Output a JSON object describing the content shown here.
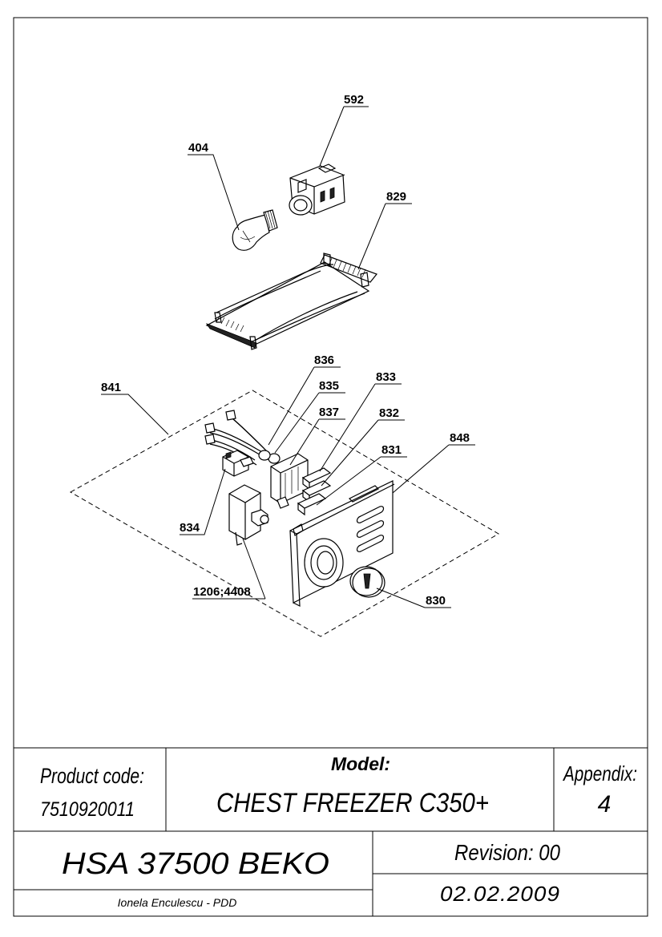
{
  "callouts": [
    {
      "id": "592",
      "label": "592"
    },
    {
      "id": "404",
      "label": "404"
    },
    {
      "id": "829",
      "label": "829"
    },
    {
      "id": "836",
      "label": "836"
    },
    {
      "id": "835",
      "label": "835"
    },
    {
      "id": "833",
      "label": "833"
    },
    {
      "id": "837",
      "label": "837"
    },
    {
      "id": "832",
      "label": "832"
    },
    {
      "id": "841",
      "label": "841"
    },
    {
      "id": "848",
      "label": "848"
    },
    {
      "id": "831",
      "label": "831"
    },
    {
      "id": "834",
      "label": "834"
    },
    {
      "id": "1206_4408",
      "label": "1206;4408"
    },
    {
      "id": "830",
      "label": "830"
    }
  ],
  "title_block": {
    "product_code_label": "Product code:",
    "product_code_value": "7510920011",
    "model_label": "Model:",
    "model_value": "CHEST FREEZER C350+",
    "appendix_label": "Appendix:",
    "appendix_value": "4",
    "drawing_name": "HSA 37500 BEKO",
    "revision": "Revision: 00",
    "author": "Ionela Enculescu - PDD",
    "date": "02.02.2009"
  }
}
